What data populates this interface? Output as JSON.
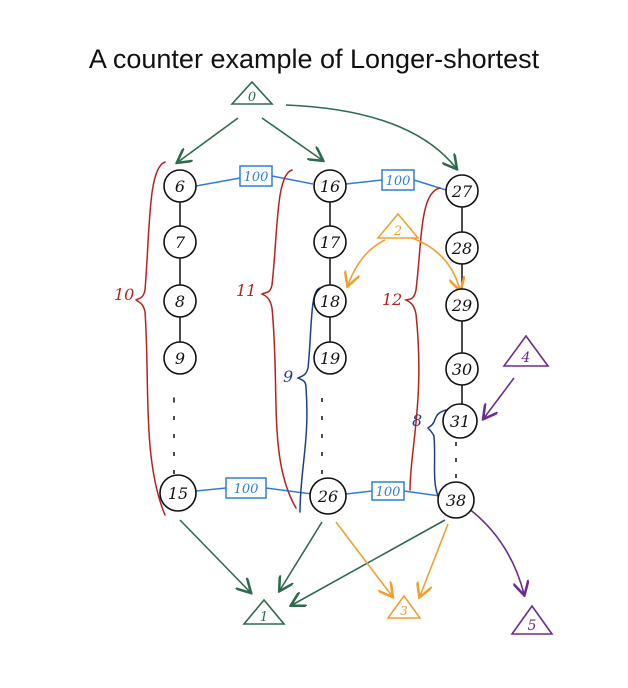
{
  "title": "A counter example of Longer-shortest",
  "colors": {
    "node": "#111111",
    "green": "#2e6b4e",
    "blue": "#2f7fd6",
    "red": "#b3231f",
    "orange": "#f0a030",
    "purple": "#6a2c91",
    "navy": "#1d3f8a"
  },
  "sources": [
    "0",
    "2",
    "4"
  ],
  "sinks": [
    "1",
    "3",
    "5"
  ],
  "columns": {
    "left": [
      "6",
      "7",
      "8",
      "9",
      "15"
    ],
    "middle": [
      "16",
      "17",
      "18",
      "19",
      "26"
    ],
    "right": [
      "27",
      "28",
      "29",
      "30",
      "31",
      "38"
    ]
  },
  "edge_weights": {
    "top_left": "100",
    "top_right": "100",
    "bottom_left": "100",
    "bottom_right": "100"
  },
  "brace_labels": {
    "left_col": "10",
    "left_to_middle": "11",
    "middle_partial": "9",
    "middle_to_right": "12",
    "right_partial": "8"
  }
}
